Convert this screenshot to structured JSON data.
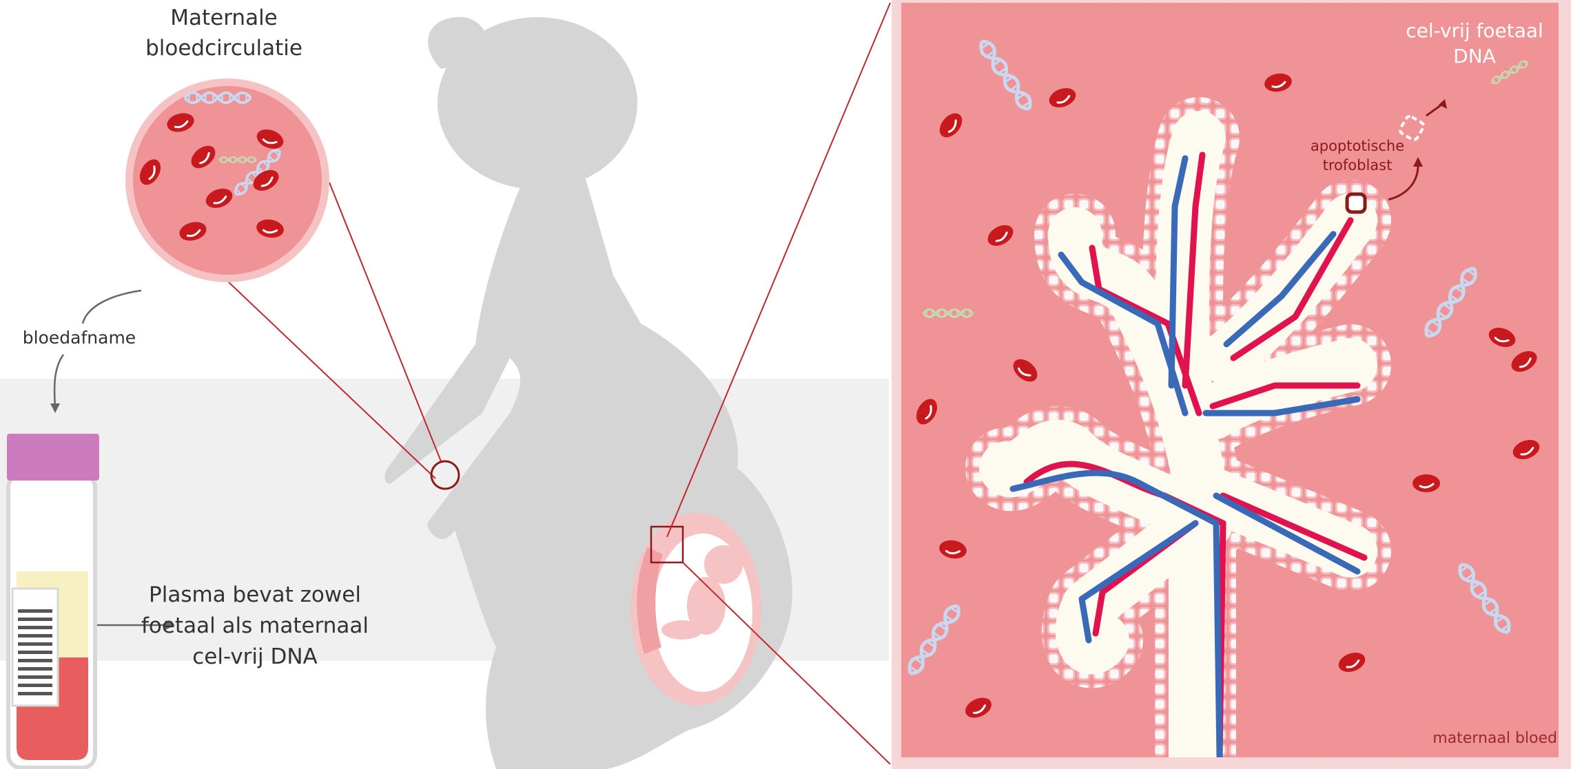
{
  "labels": {
    "title": "Maternale bloedcirculatie",
    "blood_draw": "bloedafname",
    "plasma": "Plasma bevat zowel foetaal als maternaal cel-vrij DNA",
    "cfdna": "cel-vrij foetaal DNA",
    "apoptotic": "apoptotische trofoblast",
    "maternal_blood": "maternaal bloed"
  },
  "colors": {
    "silhouette": "#d5d5d5",
    "blood_pink": "#ef9396",
    "red_cell": "#c8191e",
    "artery": "#e0124f",
    "vein": "#3a6ab7",
    "tube_cap": "#cc7bbd",
    "plasma": "#f8f0c3",
    "tube_blood": "#e85e5e",
    "dna_blue": "#c9d8ef",
    "dna_green": "#c3dcae"
  },
  "icons": [
    "dna-icon",
    "red-blood-cell-icon",
    "blood-tube-icon",
    "fetus-icon",
    "barcode-icon",
    "apoptotic-cell-icon"
  ]
}
